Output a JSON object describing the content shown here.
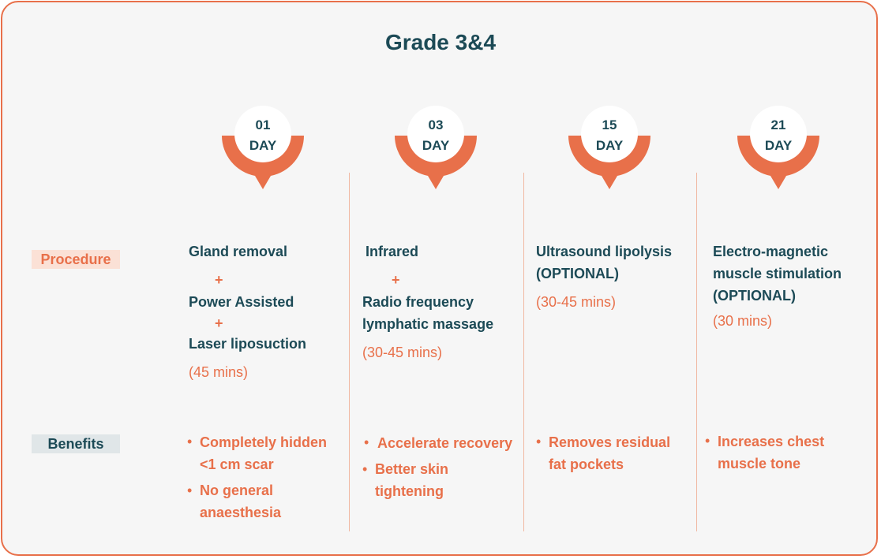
{
  "title": "Grade 3&4",
  "colors": {
    "accent": "#e8704a",
    "dark": "#1c4a56",
    "background": "#f6f6f6"
  },
  "row_labels": {
    "procedure": "Procedure",
    "benefits": "Benefits"
  },
  "plus_sign": "+",
  "bullet": "•",
  "columns": [
    {
      "day_num": "01",
      "day_word": "DAY",
      "procedure_lines": [
        "Gland removal",
        "Power Assisted",
        "Laser liposuction"
      ],
      "duration": "(45 mins)",
      "benefits": [
        [
          "Completely hidden",
          "<1 cm scar"
        ],
        [
          "No general",
          "anaesthesia"
        ]
      ]
    },
    {
      "day_num": "03",
      "day_word": "DAY",
      "procedure_lines": [
        "Infrared",
        "Radio frequency",
        "lymphatic massage"
      ],
      "duration": "(30-45 mins)",
      "benefits": [
        [
          "Accelerate recovery"
        ],
        [
          "Better skin",
          "tightening"
        ]
      ]
    },
    {
      "day_num": "15",
      "day_word": "DAY",
      "procedure_lines": [
        "Ultrasound lipolysis",
        "(OPTIONAL)"
      ],
      "duration": "(30-45 mins)",
      "benefits": [
        [
          "Removes residual",
          "fat pockets"
        ]
      ]
    },
    {
      "day_num": "21",
      "day_word": "DAY",
      "procedure_lines": [
        "Electro-magnetic",
        "muscle stimulation",
        "(OPTIONAL)"
      ],
      "duration": "(30 mins)",
      "benefits": [
        [
          "Increases chest",
          "muscle tone"
        ]
      ]
    }
  ]
}
